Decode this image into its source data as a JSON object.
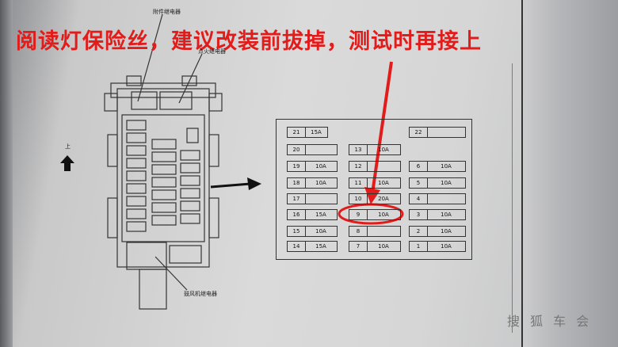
{
  "annotation": "阅读灯保险丝，建议改装前拔掉，测试时再接上",
  "labels": {
    "accessory_relay": "附件继电器",
    "ignition_relay": "点火继电器",
    "blower_relay": "鼓风机继电器",
    "up": "上"
  },
  "watermark": "搜 狐 车 会",
  "highlight_color": "#e21b1b",
  "fuses": [
    {
      "num": "21",
      "amp": "15A"
    },
    {
      "num": "22",
      "amp": ""
    },
    {
      "num": "20",
      "amp": ""
    },
    {
      "num": "13",
      "amp": "10A"
    },
    {
      "num": "19",
      "amp": "10A"
    },
    {
      "num": "12",
      "amp": ""
    },
    {
      "num": "6",
      "amp": "10A"
    },
    {
      "num": "18",
      "amp": "10A"
    },
    {
      "num": "11",
      "amp": "10A"
    },
    {
      "num": "5",
      "amp": "10A"
    },
    {
      "num": "17",
      "amp": ""
    },
    {
      "num": "10",
      "amp": "20A"
    },
    {
      "num": "4",
      "amp": ""
    },
    {
      "num": "16",
      "amp": "15A"
    },
    {
      "num": "9",
      "amp": "10A"
    },
    {
      "num": "3",
      "amp": "10A"
    },
    {
      "num": "15",
      "amp": "10A"
    },
    {
      "num": "8",
      "amp": ""
    },
    {
      "num": "2",
      "amp": "10A"
    },
    {
      "num": "14",
      "amp": "15A"
    },
    {
      "num": "7",
      "amp": "10A"
    },
    {
      "num": "1",
      "amp": "10A"
    }
  ]
}
